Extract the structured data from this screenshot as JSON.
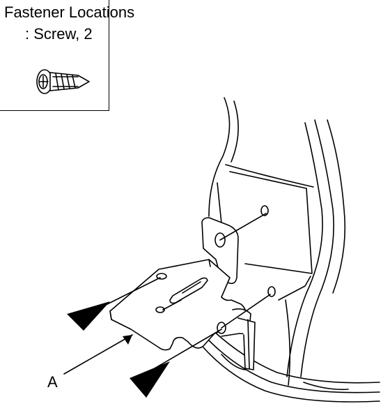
{
  "legend": {
    "title": "Fastener Locations",
    "fastener_text": ": Screw, 2",
    "fastener_icon": "screw-icon"
  },
  "callouts": {
    "part_a_label": "A"
  },
  "colors": {
    "line": "#000000",
    "background": "#ffffff"
  }
}
